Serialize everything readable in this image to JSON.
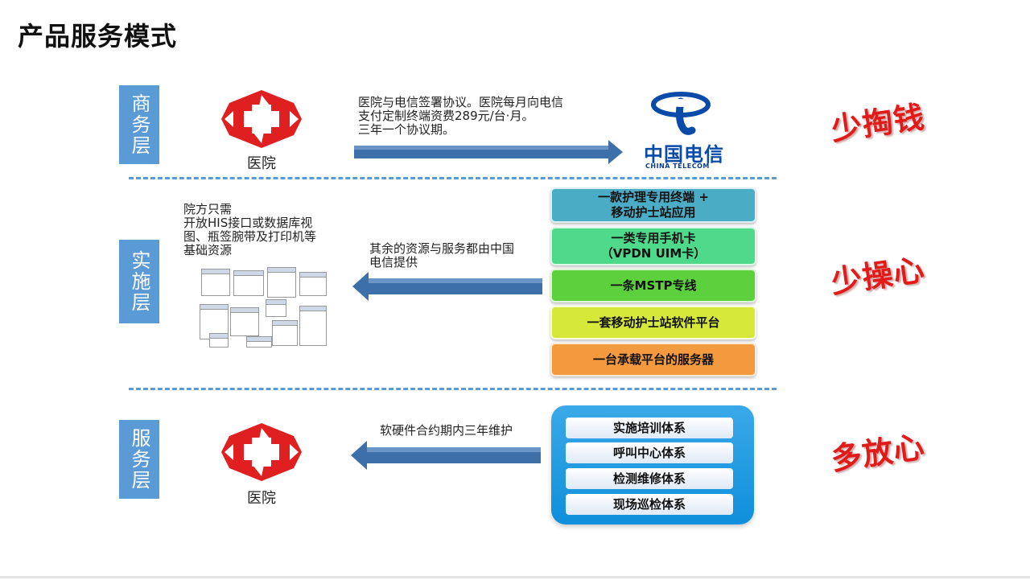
{
  "title": "产品服务模式",
  "layers": {
    "business": "商务层",
    "implementation": "实施层",
    "service": "服务层"
  },
  "hospital_label": "医院",
  "business_note": [
    "医院与电信签署协议。医院每月向电信",
    "支付定制终端资费289元/台·月。",
    "三年一个协议期。"
  ],
  "telecom_logo": {
    "cn": "中国电信",
    "en": "CHINA TELECOM"
  },
  "hospital_requirements": [
    "院方只需",
    "开放HIS接口或数据库视",
    "图、瓶签腕带及打印机等",
    "基础资源"
  ],
  "telecom_provides": [
    "其余的资源与服务都由中国",
    "电信提供"
  ],
  "resources": [
    {
      "lines": [
        "一款护理专用终端 +",
        "移动护士站应用"
      ],
      "color": "#4bacc6"
    },
    {
      "lines": [
        "一类专用手机卡",
        "（VPDN UIM卡）"
      ],
      "color": "#4fd98b"
    },
    {
      "lines": [
        "一条MSTP专线"
      ],
      "color": "#5cd13d"
    },
    {
      "lines": [
        "一套移动护士站软件平台"
      ],
      "color": "#d6e83a"
    },
    {
      "lines": [
        "一台承载平台的服务器"
      ],
      "color": "#f39a3f"
    }
  ],
  "maintenance_note": "软硬件合约期内三年维护",
  "service_systems": [
    "实施培训体系",
    "呼叫中心体系",
    "检测维修体系",
    "现场巡检体系"
  ],
  "slogans": [
    "少掏钱",
    "少操心",
    "多放心"
  ],
  "colors": {
    "layer_box": "#5b9bd5",
    "slogan": "#e11a1a",
    "arrow": "#3d6fa8",
    "cross": "#e02020"
  }
}
